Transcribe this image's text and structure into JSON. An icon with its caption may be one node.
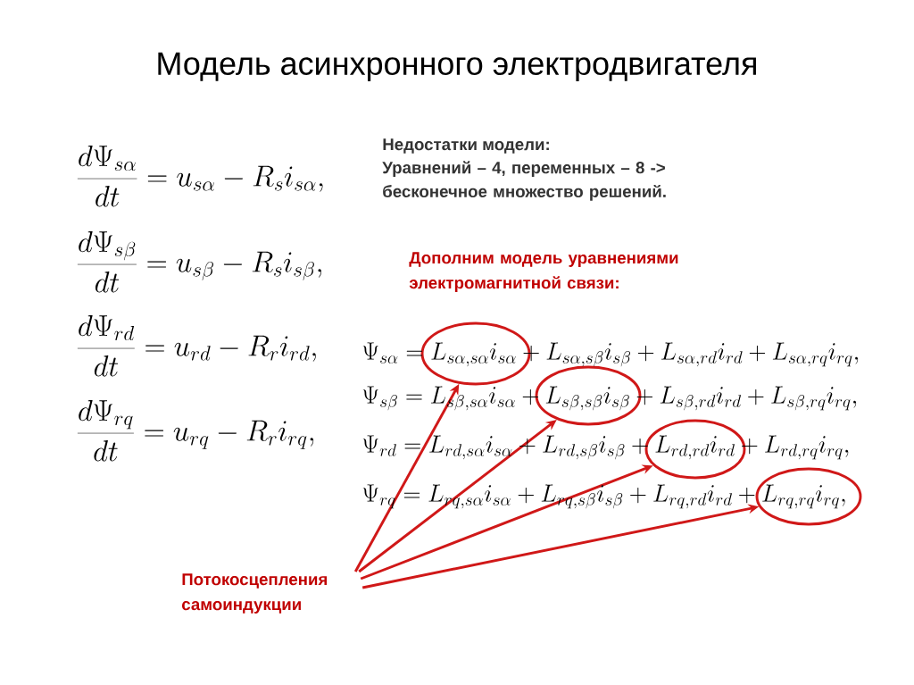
{
  "diagram": {
    "title": "Модель асинхронного электродвигателя",
    "nodes": [
      {
        "text": [],
        "shape": "ellipse"
      },
      {
        "text": [],
        "shape": "ellipse"
      },
      {
        "text": [],
        "shape": "ellipse"
      },
      {
        "text": [],
        "shape": "ellipse"
      },
      {
        "text": [
          "Потокосцепления самоиндукции"
        ]
      }
    ],
    "edges": [
      {
        "from": 4,
        "to": 0,
        "arrow": "to"
      },
      {
        "from": 4,
        "to": 1,
        "arrow": "to"
      },
      {
        "from": 4,
        "to": 2,
        "arrow": "to"
      },
      {
        "from": 4,
        "to": 3,
        "arrow": "to"
      }
    ],
    "labels": [
      "\\frac{d\\Psi_{s\\alpha}}{dt}=u_{s\\alpha}-R_s i_{s\\alpha},",
      "Недостатки модели:",
      "Уравнений – 4, переменных – 8 -> бесконечное множество решений.",
      "\\frac{d\\Psi_{s\\beta}}{dt}=u_{s\\beta}-R_s i_{s\\beta},",
      "Дополним модель уравнениями электромагнитной связи:",
      "\\frac{d\\Psi_{rd}}{dt}=u_{rd}-R_r i_{rd},",
      "\\frac{d\\Psi_{rq}}{dt}=u_{rq}-R_r i_{rq},",
      "\\Psi_{s\\alpha}=L_{s\\alpha,s\\alpha}i_{s\\alpha}+L_{s\\alpha,s\\beta}i_{s\\beta}+L_{s\\alpha,rd}i_{rd}+L_{s\\alpha,rq}i_{rq},",
      "\\Psi_{s\\beta}=L_{s\\beta,s\\alpha}i_{s\\alpha}+L_{s\\beta,s\\beta}i_{s\\beta}+L_{s\\beta,rd}i_{rd}+L_{s\\beta,rq}i_{rq},",
      "\\Psi_{rd}=L_{rd,s\\alpha}i_{s\\alpha}+L_{rd,s\\beta}i_{s\\beta}+L_{rd,rd}i_{rd}+L_{rd,rq}i_{rq},",
      "\\Psi_{rq}=L_{rq,s\\alpha}i_{s\\alpha}+L_{rq,s\\beta}i_{s\\beta}+L_{rq,rd}i_{rd}+L_{rq,rq}i_{rq},"
    ]
  }
}
